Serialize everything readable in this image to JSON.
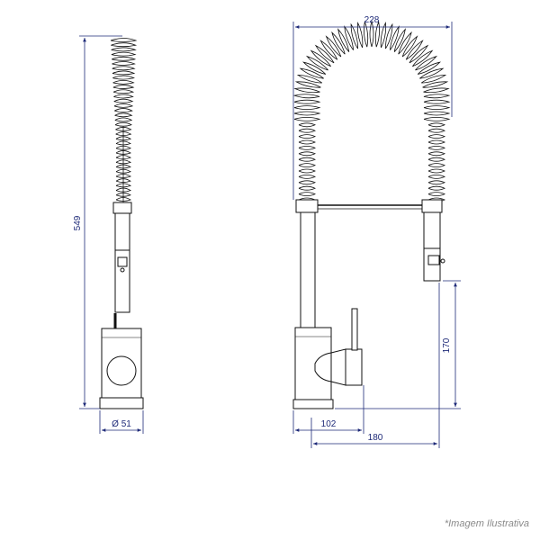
{
  "dimensions": {
    "height": "549",
    "base_diameter": "Ø 51",
    "top_width": "228",
    "spout_height": "170",
    "body_depth": "102",
    "reach": "180"
  },
  "caption": "*Imagem Ilustrativa",
  "colors": {
    "dimension": "#1e2a78",
    "outline": "#111111",
    "caption": "#8a8a8a"
  }
}
